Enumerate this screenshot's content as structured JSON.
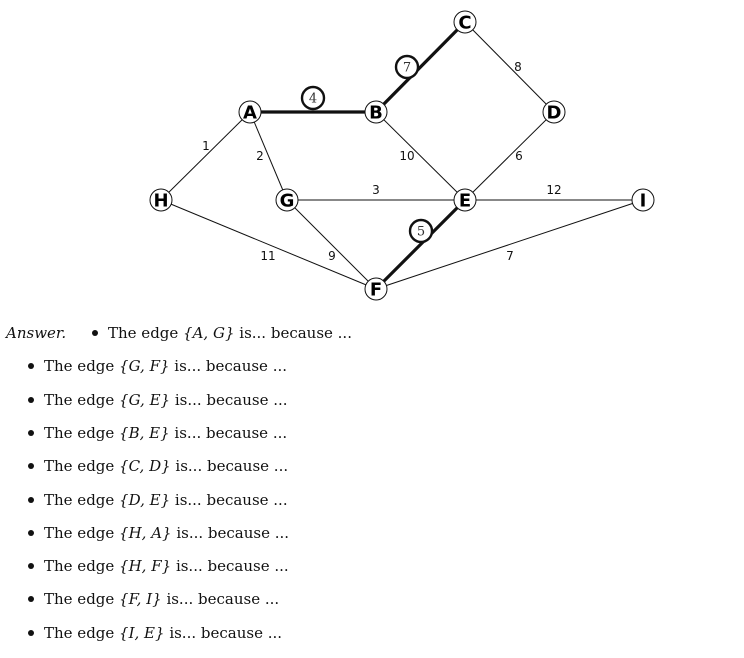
{
  "graph": {
    "nodes": [
      {
        "id": "A",
        "label": "A"
      },
      {
        "id": "B",
        "label": "B"
      },
      {
        "id": "C",
        "label": "C"
      },
      {
        "id": "D",
        "label": "D"
      },
      {
        "id": "E",
        "label": "E"
      },
      {
        "id": "F",
        "label": "F"
      },
      {
        "id": "G",
        "label": "G"
      },
      {
        "id": "H",
        "label": "H"
      },
      {
        "id": "I",
        "label": "I"
      }
    ],
    "edges": [
      {
        "from": "A",
        "to": "B",
        "weight": "4",
        "highlighted": true
      },
      {
        "from": "B",
        "to": "C",
        "weight": "7",
        "highlighted": true
      },
      {
        "from": "E",
        "to": "F",
        "weight": "5",
        "highlighted": true
      },
      {
        "from": "C",
        "to": "D",
        "weight": "8",
        "highlighted": false
      },
      {
        "from": "A",
        "to": "H",
        "weight": "1",
        "highlighted": false
      },
      {
        "from": "A",
        "to": "G",
        "weight": "2",
        "highlighted": false
      },
      {
        "from": "B",
        "to": "E",
        "weight": "10",
        "highlighted": false
      },
      {
        "from": "D",
        "to": "E",
        "weight": "6",
        "highlighted": false
      },
      {
        "from": "G",
        "to": "E",
        "weight": "3",
        "highlighted": false
      },
      {
        "from": "E",
        "to": "I",
        "weight": "12",
        "highlighted": false
      },
      {
        "from": "H",
        "to": "F",
        "weight": "11",
        "highlighted": false
      },
      {
        "from": "G",
        "to": "F",
        "weight": "9",
        "highlighted": false
      },
      {
        "from": "F",
        "to": "I",
        "weight": "7",
        "highlighted": false
      }
    ],
    "colors": {
      "stroke": "#111111",
      "node_fill": "#ffffff"
    }
  },
  "answer": {
    "label": "Answer.",
    "items": [
      {
        "edge": "{A, G}",
        "text": "is... because ..."
      },
      {
        "edge": "{G, F}",
        "text": "is... because ..."
      },
      {
        "edge": "{G, E}",
        "text": "is... because ..."
      },
      {
        "edge": "{B, E}",
        "text": "is... because ..."
      },
      {
        "edge": "{C, D}",
        "text": "is... because ..."
      },
      {
        "edge": "{D, E}",
        "text": "is... because ..."
      },
      {
        "edge": "{H, A}",
        "text": "is... because ..."
      },
      {
        "edge": "{H, F}",
        "text": "is... because ..."
      },
      {
        "edge": "{F, I}",
        "text": "is... because ..."
      },
      {
        "edge": "{I, E}",
        "text": "is... because ..."
      }
    ],
    "prefix": "The edge"
  }
}
